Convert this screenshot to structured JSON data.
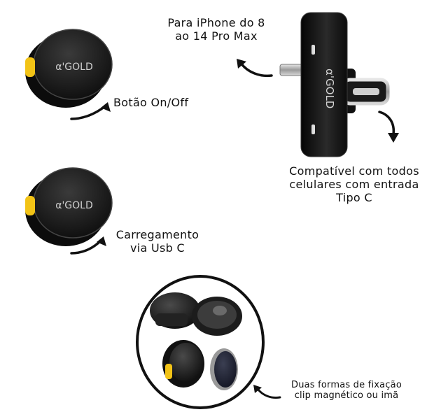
{
  "brand": {
    "logo_text": "α'GOLD",
    "accent_color": "#f2c316",
    "body_color": "#1b1b1b"
  },
  "labels": {
    "power_button": "Botão On/Off",
    "charging_line1": "Carregamento",
    "charging_line2": "via Usb C",
    "iphone_line1": "Para iPhone do 8",
    "iphone_line2": "ao 14 Pro Max",
    "typec_line1": "Compatível com todos",
    "typec_line2": "celulares com entrada",
    "typec_line3": "Tipo C",
    "mount_line1": "Duas formas de fixação",
    "mount_line2": "clip magnético ou imã"
  },
  "icons": {
    "arrow": "curved-arrow-icon",
    "mic": "wireless-mic-icon",
    "receiver": "receiver-adapter-icon"
  }
}
